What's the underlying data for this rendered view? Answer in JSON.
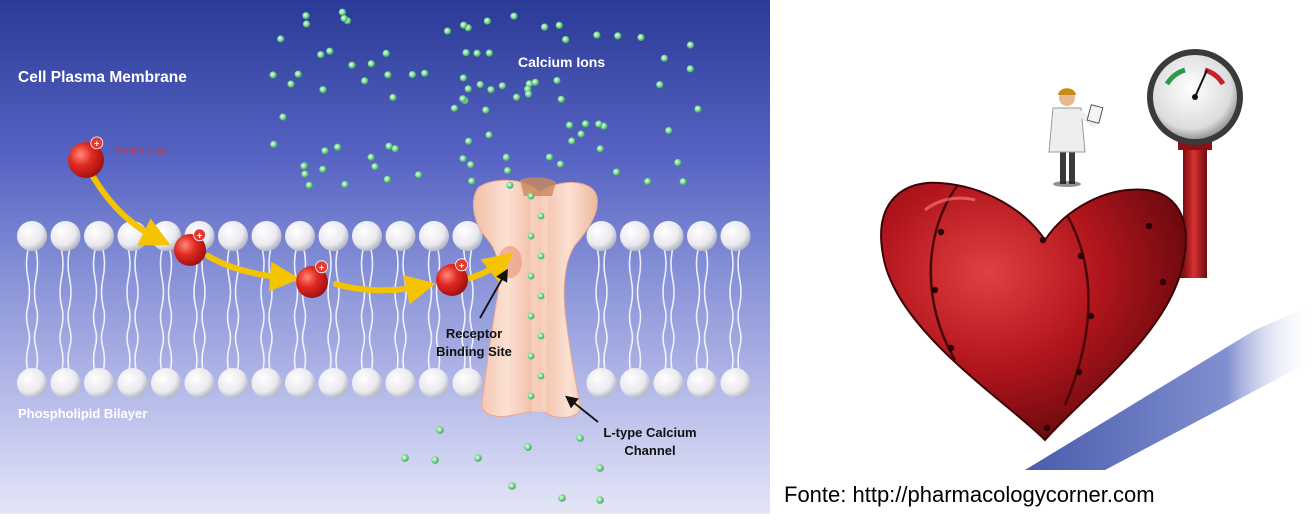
{
  "membrane_panel": {
    "title": "Cell Plasma Membrane",
    "ions_label": "Calcium Ions",
    "drug_label": "Amlodipine",
    "receptor_label_line1": "Receptor",
    "receptor_label_line2": "Binding Site",
    "bilayer_label": "Phospholipid Bilayer",
    "channel_label_line1": "L-type Calcium",
    "channel_label_line2": "Channel",
    "charge_symbol": "+",
    "colors": {
      "background_top": "#2b3a96",
      "background_mid": "#8a94d8",
      "background_bottom": "#e4e6f6",
      "drug_red": "#d6211e",
      "arrow_yellow": "#f5c400",
      "ion_green": "#6fcf86",
      "channel_peach": "#f6cdb8"
    }
  },
  "heart_panel": {
    "colors": {
      "heart_red": "#b0151c",
      "pipe_red": "#c01c1f",
      "shadow_blue": "#4a5fb8"
    }
  },
  "source_credit": "Fonte: http://pharmacologycorner.com"
}
